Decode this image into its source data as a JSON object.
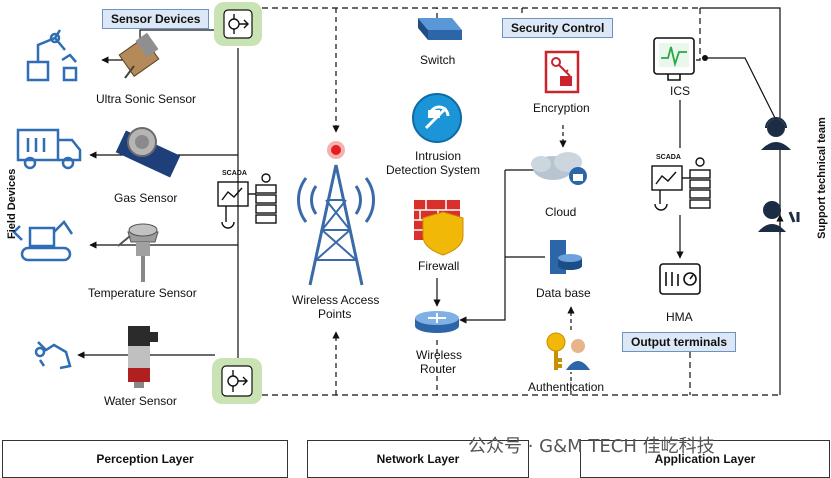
{
  "tags": {
    "sensor_devices": "Sensor Devices",
    "security_control": "Security Control",
    "output_terminals": "Output terminals"
  },
  "side_labels": {
    "field_devices": "Field Devices",
    "support_team": "Support technical team"
  },
  "sensors": {
    "ultrasonic": "Ultra Sonic Sensor",
    "gas": "Gas Sensor",
    "temperature": "Temperature Sensor",
    "water": "Water Sensor"
  },
  "network": {
    "switch": "Switch",
    "ids_line1": "Intrusion",
    "ids_line2": "Detection System",
    "firewall": "Firewall",
    "wap_line1": "Wireless Access",
    "wap_line2": "Points",
    "router_line1": "Wireless",
    "router_line2": "Router"
  },
  "security": {
    "encryption": "Encryption",
    "cloud": "Cloud",
    "database": "Data base",
    "authentication": "Authentication"
  },
  "application": {
    "ics": "ICS",
    "hma": "HMA",
    "scada_left": "SCADA",
    "scada_right": "SCADA"
  },
  "layers": {
    "perception": "Perception Layer",
    "network": "Network  Layer",
    "application": "Application Layer"
  },
  "watermark": "公众号 · G&M TECH 佳屹科技",
  "colors": {
    "icon_blue": "#2f6db5",
    "icon_dark": "#1c2c44",
    "node_green": "#c9e3b5",
    "firewall_red": "#d9302b",
    "shield_yellow": "#f2b807",
    "ics_green": "#28a745",
    "tower_red": "#e41e1e"
  }
}
